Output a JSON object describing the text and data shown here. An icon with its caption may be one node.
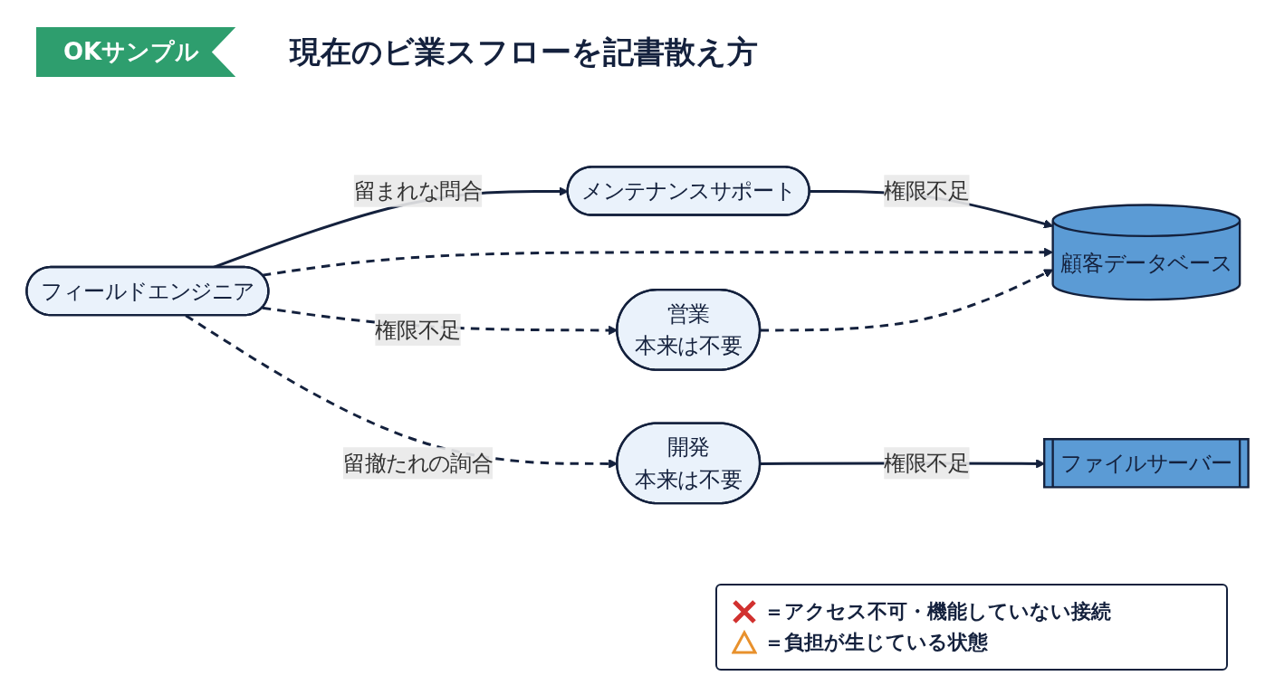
{
  "diagram": {
    "title": "現在のビ業スフローを記書散え方",
    "nodes": [
      {
        "text": [
          "フィールドエンジニア"
        ]
      },
      {
        "text": [
          "メンテナンスサポート"
        ]
      },
      {
        "text": [
          "営業",
          "本来は不要"
        ]
      },
      {
        "text": [
          "開発",
          "本来は不要"
        ]
      },
      {
        "text": [
          "顧客データベース"
        ]
      },
      {
        "text": [
          "ファイルサーバー"
        ]
      }
    ],
    "edges": [
      {
        "from": 0,
        "to": 1,
        "arrow": "to",
        "label": "留まれな問合"
      },
      {
        "from": 1,
        "to": 4,
        "arrow": "to",
        "label": "権限不足"
      },
      {
        "from": 0,
        "to": 4,
        "arrow": "to",
        "style": "dashed"
      },
      {
        "from": 0,
        "to": 2,
        "arrow": "to",
        "style": "dashed",
        "label": "権限不足"
      },
      {
        "from": 2,
        "to": 4,
        "arrow": "to",
        "style": "dashed"
      },
      {
        "from": 0,
        "to": 3,
        "arrow": "to",
        "style": "dashed",
        "label": "留撤たれの詢合"
      },
      {
        "from": 3,
        "to": 5,
        "arrow": "to",
        "label": "権限不足"
      }
    ],
    "labels": [
      "OKサンプル"
    ],
    "legend": [
      {
        "text": "＝アクセス不可・機能していない接続"
      },
      {
        "text": "＝負担が生じている状態"
      }
    ]
  }
}
